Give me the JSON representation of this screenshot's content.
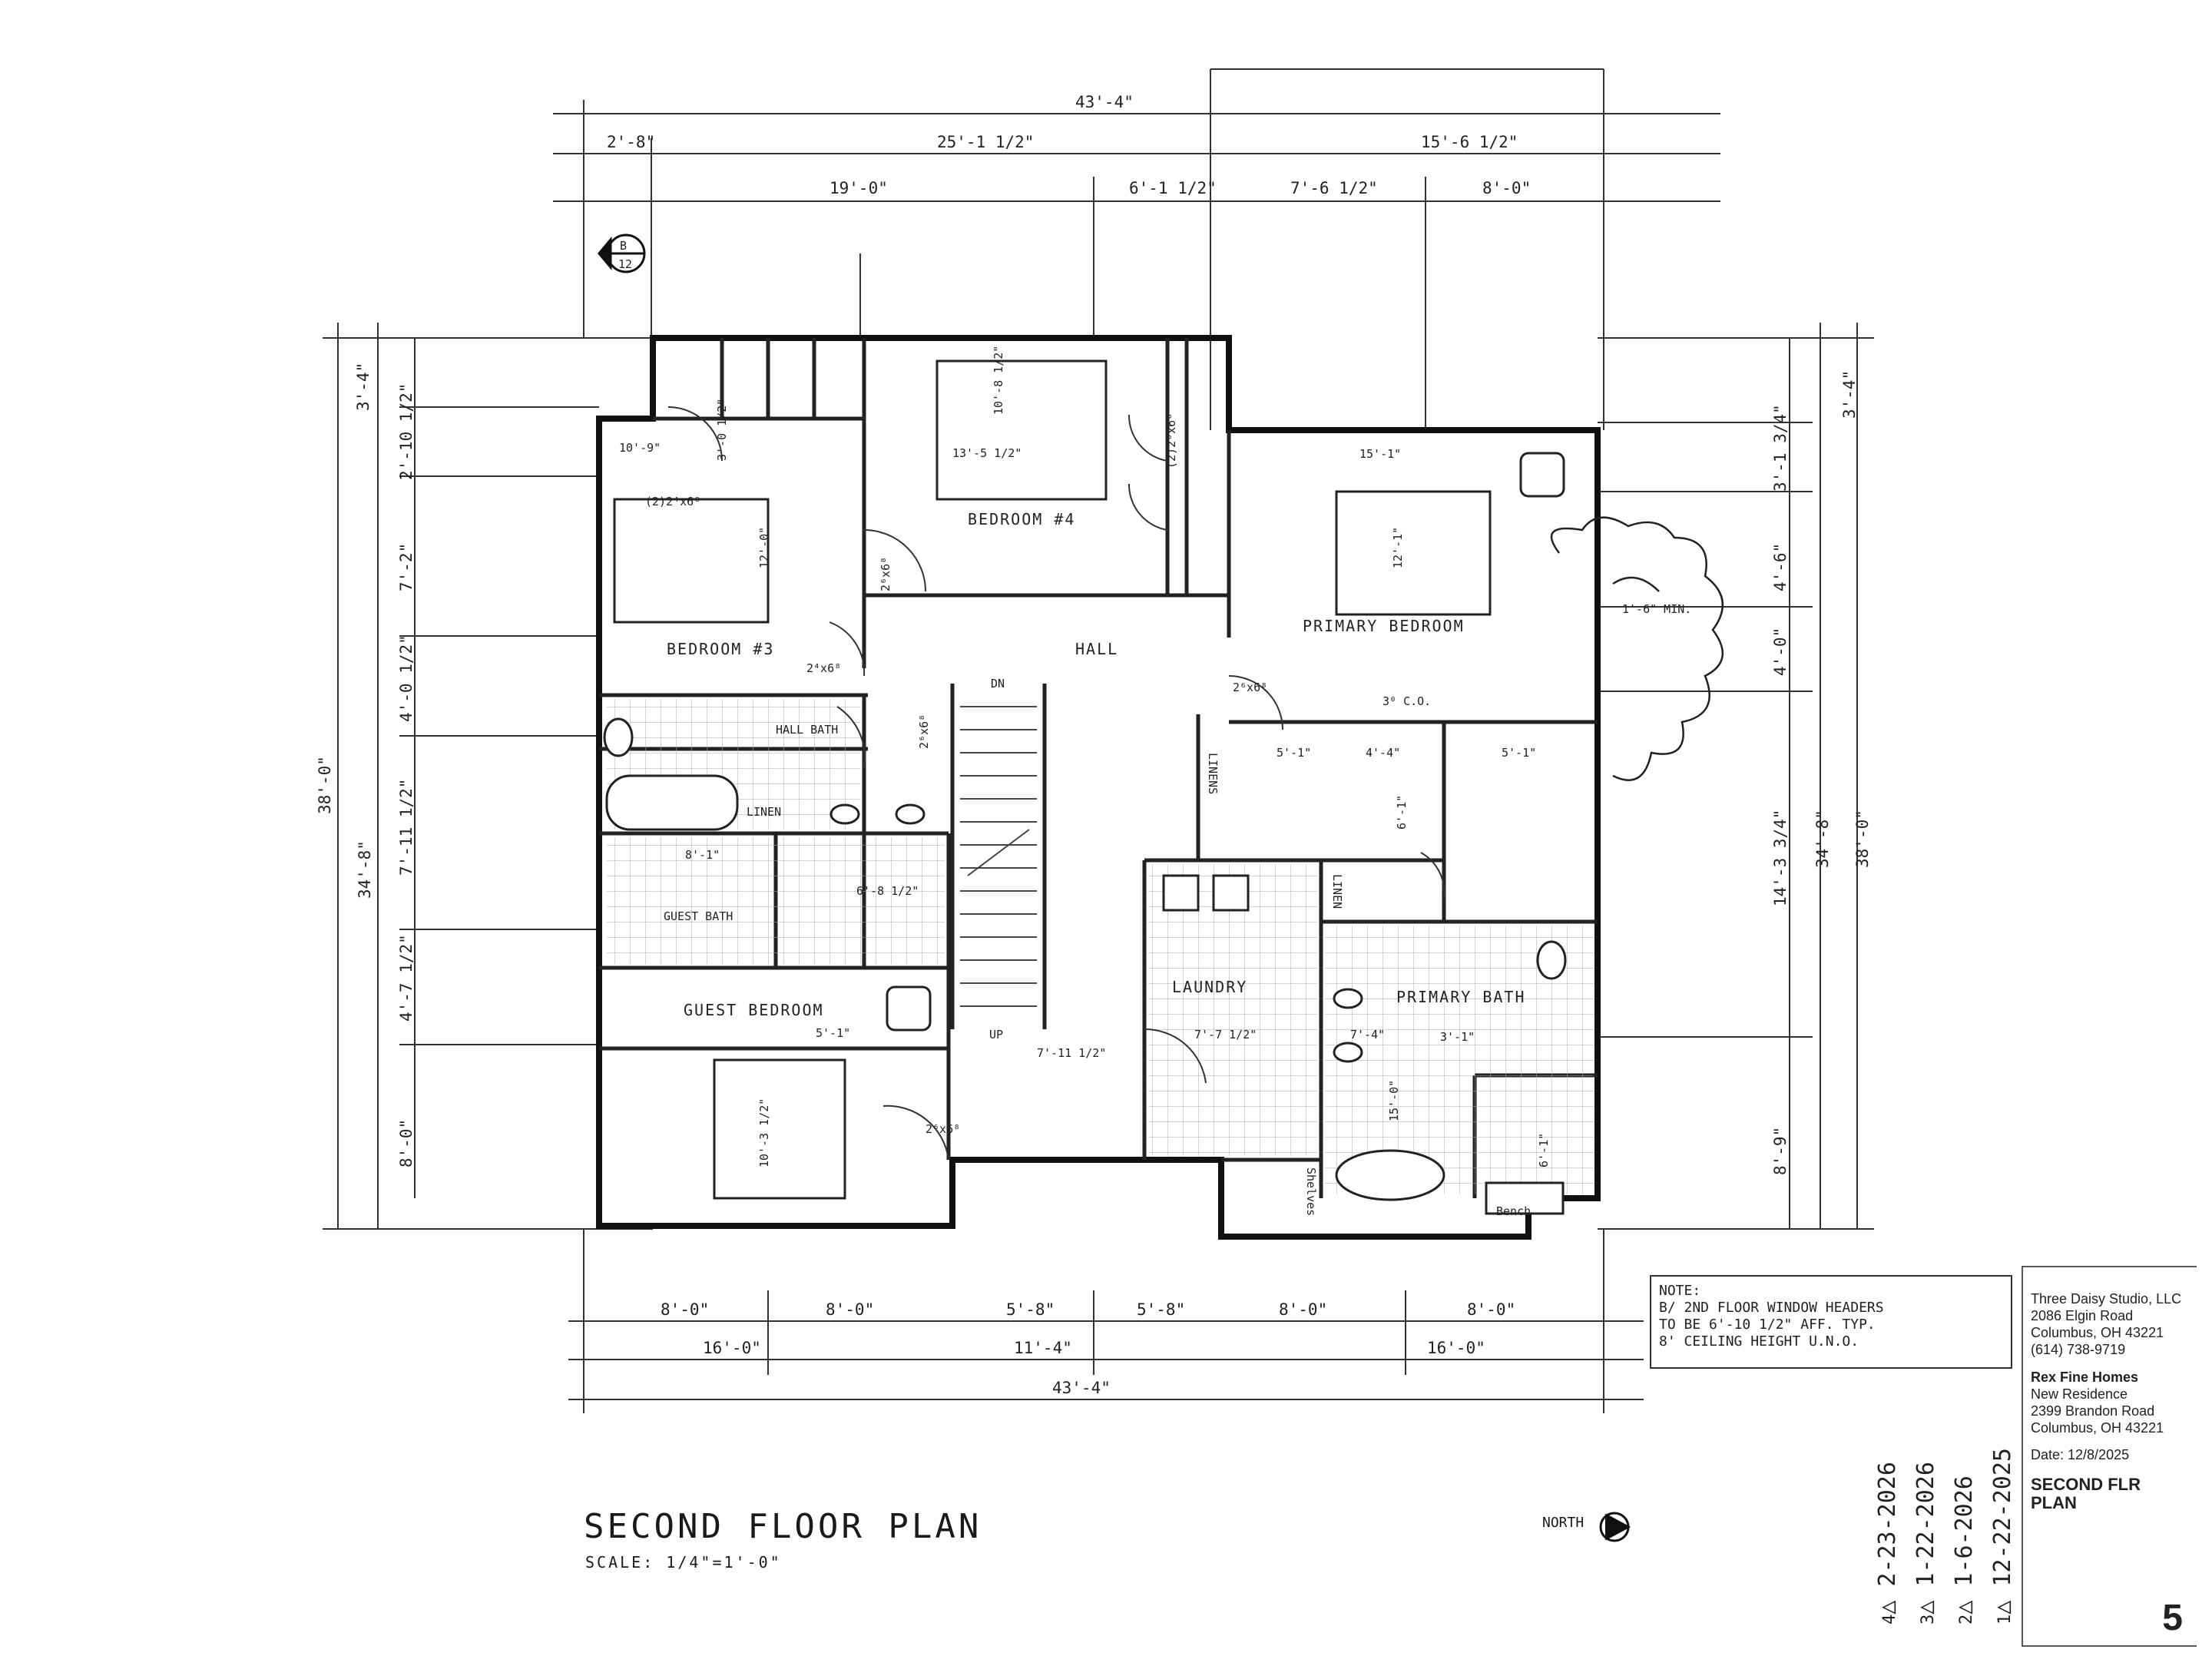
{
  "sheet": {
    "title": "SECOND FLOOR PLAN",
    "scale": "SCALE: 1/4\"=1'-0\"",
    "north_label": "NORTH",
    "sheet_number": "5"
  },
  "section_marker": {
    "top": "B",
    "bottom": "12"
  },
  "rooms": [
    {
      "id": "bedroom-4",
      "label": "BEDROOM #4"
    },
    {
      "id": "bedroom-3",
      "label": "BEDROOM #3"
    },
    {
      "id": "primary-bedroom",
      "label": "PRIMARY BEDROOM"
    },
    {
      "id": "hall",
      "label": "HALL"
    },
    {
      "id": "hall-bath",
      "label": "HALL BATH"
    },
    {
      "id": "guest-bath",
      "label": "GUEST BATH"
    },
    {
      "id": "guest-bedroom",
      "label": "GUEST BEDROOM"
    },
    {
      "id": "laundry",
      "label": "LAUNDRY"
    },
    {
      "id": "primary-bath",
      "label": "PRIMARY BATH"
    },
    {
      "id": "linens-1",
      "label": "LINENS"
    },
    {
      "id": "linen-2",
      "label": "LINEN"
    },
    {
      "id": "linen-3",
      "label": "LINEN"
    },
    {
      "id": "shelves",
      "label": "Shelves"
    },
    {
      "id": "bench",
      "label": "Bench"
    },
    {
      "id": "stair-dn",
      "label": "DN"
    },
    {
      "id": "stair-up",
      "label": "UP"
    }
  ],
  "dimensions_top": {
    "overall": "43'-4\"",
    "row2": [
      "2'-8\"",
      "25'-1 1/2\"",
      "15'-6 1/2\""
    ],
    "row3": [
      "19'-0\"",
      "6'-1 1/2\"",
      "7'-6 1/2\"",
      "8'-0\""
    ]
  },
  "dimensions_bottom": {
    "row1": [
      "8'-0\"",
      "8'-0\"",
      "5'-8\"",
      "5'-8\"",
      "8'-0\"",
      "8'-0\""
    ],
    "row2": [
      "16'-0\"",
      "11'-4\"",
      "16'-0\""
    ],
    "overall": "43'-4\""
  },
  "dimensions_left": {
    "outer": "38'-0\"",
    "mid": "34'-8\"",
    "inner": [
      "3'-4\"",
      "2'-10 1/2\"",
      "7'-2\"",
      "4'-0 1/2\"",
      "7'-11 1/2\"",
      "4'-7 1/2\"",
      "8'-0\""
    ]
  },
  "dimensions_right": {
    "outer": "38'-0\"",
    "mid": "34'-8\"",
    "inner": [
      "3'-4\"",
      "3'-1 3/4\"",
      "4'-6\"",
      "4'-0\"",
      "14'-3 3/4\"",
      "8'-9\""
    ]
  },
  "interior_dims": [
    "10'-8 1/2\"",
    "13'-5 1/2\"",
    "12'-0\"",
    "15'-1\"",
    "12'-1\"",
    "10'-9\"",
    "3'-0 1/2\"",
    "5'-1\"",
    "4'-4\"",
    "5'-1\"",
    "6'-1\"",
    "8'-1\"",
    "6'-8 1/2\"",
    "5'-1\"",
    "7'-7 1/2\"",
    "7'-4\"",
    "3'-1\"",
    "15'-0\"",
    "6'-1\"",
    "10'-3 1/2\"",
    "7'-11 1/2\"",
    "1'-6\" MIN."
  ],
  "door_tags": [
    "2⁶x6⁸",
    "(2)2⁴x6⁸",
    "(2)2⁶x6⁸",
    "2⁴x6⁸",
    "2⁶x6⁸",
    "2⁶x6⁸",
    "2⁶x6⁸",
    "3⁰ C.O."
  ],
  "note": {
    "label": "NOTE:",
    "line1": "B/ 2nd FLOOR WINDOW HEADERS",
    "line2": "TO BE 6'-10 1/2\" AFF. TYP.",
    "line3": "8' CEILING HEIGHT U.N.O."
  },
  "titleblock": {
    "studio_name": "Three Daisy Studio, LLC",
    "studio_addr1": "2086 Elgin Road",
    "studio_addr2": "Columbus, OH 43221",
    "studio_phone": "(614) 738-9719",
    "client_name": "Rex Fine Homes",
    "project": "New Residence",
    "project_addr1": "2399 Brandon Road",
    "project_addr2": "Columbus, OH 43221",
    "date": "Date: 12/8/2025",
    "sheet_title_1": "SECOND FLR",
    "sheet_title_2": "PLAN"
  },
  "revisions": [
    {
      "num": "4",
      "date": "2-23-2026"
    },
    {
      "num": "3",
      "date": "1-22-2026"
    },
    {
      "num": "2",
      "date": "1-6-2026"
    },
    {
      "num": "1",
      "date": "12-22-2025"
    }
  ]
}
